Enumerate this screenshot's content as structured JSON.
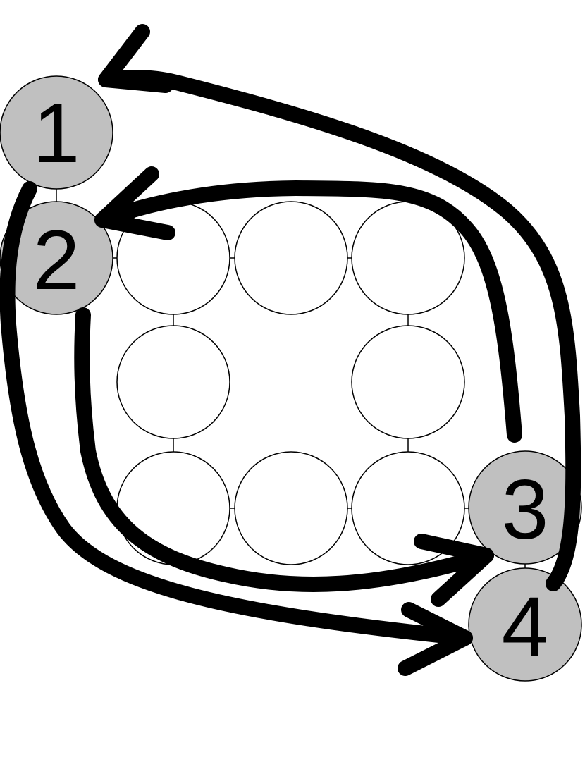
{
  "colors": {
    "background": "#ffffff",
    "stroke": "#000000",
    "highlight_fill": "#c0c0c0",
    "plain_fill": "#ffffff"
  },
  "nodes": {
    "n1": {
      "label": "1"
    },
    "n2": {
      "label": "2"
    },
    "n3": {
      "label": "3"
    },
    "n4": {
      "label": "4"
    }
  }
}
